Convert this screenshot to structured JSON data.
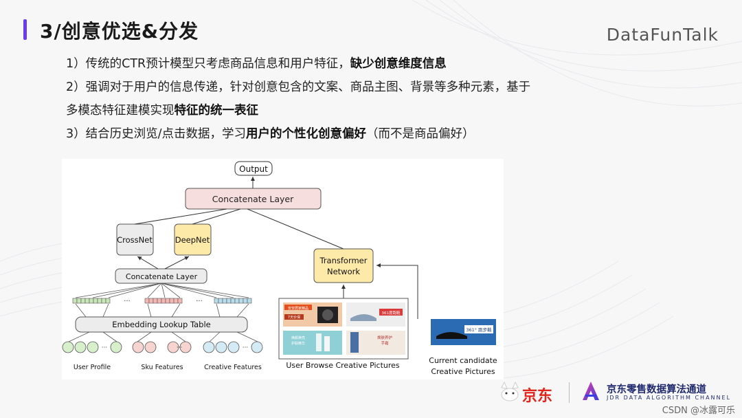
{
  "slide": {
    "title": "3/创意优选&分发",
    "brand": "DataFunTalk",
    "accent_color": "#6a3cf0"
  },
  "bullets": [
    {
      "prefix": "1）传统的CTR预计模型只考虑商品信息和用户特征，",
      "bold": "缺少创意维度信息",
      "suffix": ""
    },
    {
      "prefix": "2）强调对于用户的信息传递，针对创意包含的文案、商品主图、背景等多种元素，基于",
      "bold": "",
      "suffix": ""
    },
    {
      "prefix": "多模态特征建模实现",
      "bold": "特征的统一表征",
      "suffix": ""
    },
    {
      "prefix": "3）结合历史浏览/点击数据，学习",
      "bold": "用户的个性化创意偏好",
      "suffix": "（而不是商品偏好）"
    }
  ],
  "diagram": {
    "output": "Output",
    "concat_top": "Concatenate Layer",
    "crossnet": "CrossNet",
    "deepnet": "DeepNet",
    "concat_mid": "Concatenate Layer",
    "embedding": "Embedding Lookup Table",
    "transformer_line1": "Transformer",
    "transformer_line2": "Network",
    "ellipsis": "···",
    "feature_labels": [
      "User Profile",
      "Sku Features",
      "Creative Features"
    ],
    "browse_label": "User Browse Creative Pictures",
    "candidate_line1": "Current candidate",
    "candidate_line2": "Creative Pictures",
    "creative_texts": {
      "c1_line1": "安安居家精品",
      "c1_line2": "7天价保",
      "c2": "361度跑鞋",
      "c3_line1": "焕颜焕亮",
      "c3_line2": "护肤精华",
      "c4_line1": "焕肤养护",
      "c4_line2": "手霜",
      "candidate_ad": "361° 跑步鞋"
    },
    "colors": {
      "pink_box": "#f7dede",
      "yellow_box": "#fde9a8",
      "gray_box": "#ececec",
      "green_cells": "#c8e6b8",
      "red_cells": "#f4b8b4",
      "blue_cells": "#b8dcec"
    }
  },
  "footer": {
    "jd_logo_text": "京东",
    "channel_cn": "京东零售数据算法通道",
    "channel_en": "JDR DATA ALGORITHM CHANNEL",
    "mascot_icon": "jd-dog-mascot-icon",
    "channel_icon": "channel-logo-icon"
  },
  "watermark": "CSDN @冰露可乐"
}
